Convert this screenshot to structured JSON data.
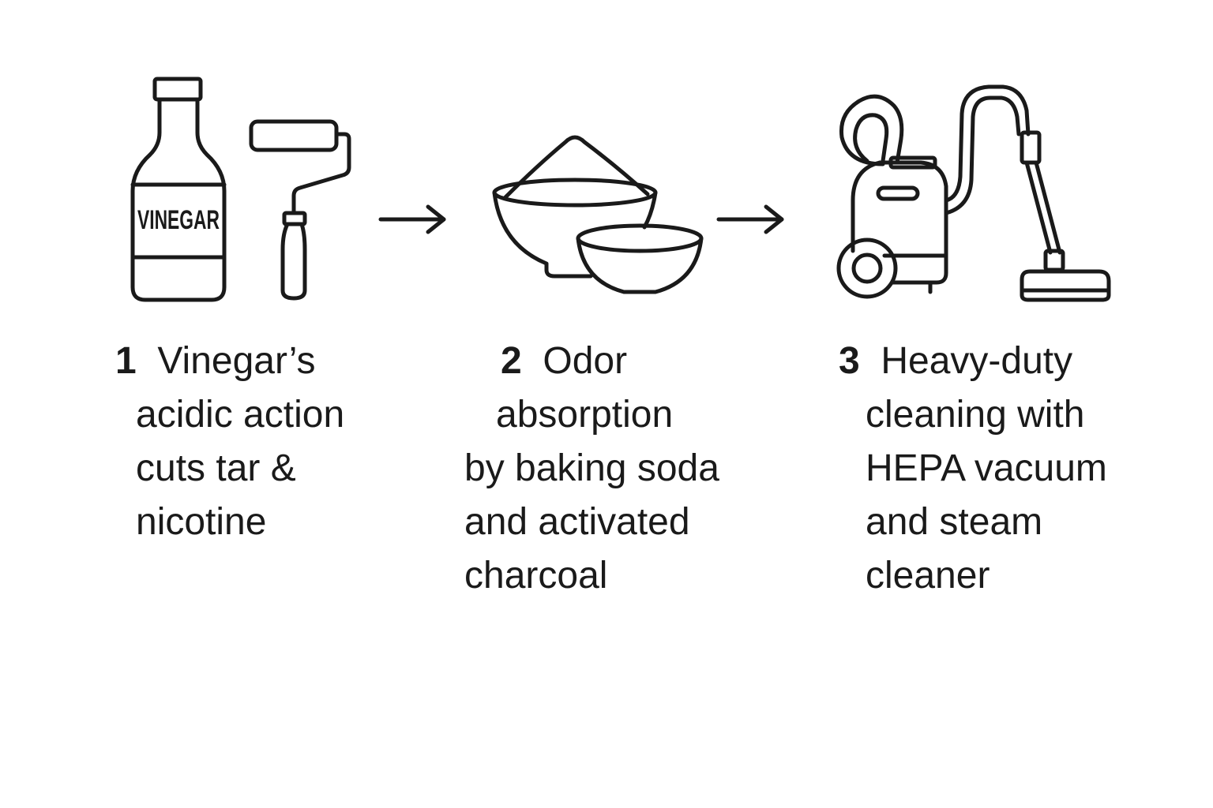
{
  "steps": [
    {
      "number": "1",
      "lines": [
        "Vinegar’s",
        "acidic action",
        "cuts tar &",
        "nicotine"
      ],
      "icons": [
        "vinegar-bottle-icon",
        "paint-roller-icon"
      ],
      "bottle_label": "VINEGAR"
    },
    {
      "number": "2",
      "lines": [
        "Odor",
        "absorption",
        "by baking soda",
        "and activated",
        "charcoal"
      ],
      "icons": [
        "baking-soda-bowls-icon"
      ]
    },
    {
      "number": "3",
      "lines": [
        "Heavy-duty",
        "cleaning with",
        "HEPA vacuum",
        "and steam",
        "cleaner"
      ],
      "icons": [
        "vacuum-cleaner-icon"
      ]
    }
  ],
  "connectors": [
    "arrow-right-icon",
    "arrow-right-icon"
  ],
  "colors": {
    "ink": "#1a1a1a",
    "background": "#ffffff"
  }
}
